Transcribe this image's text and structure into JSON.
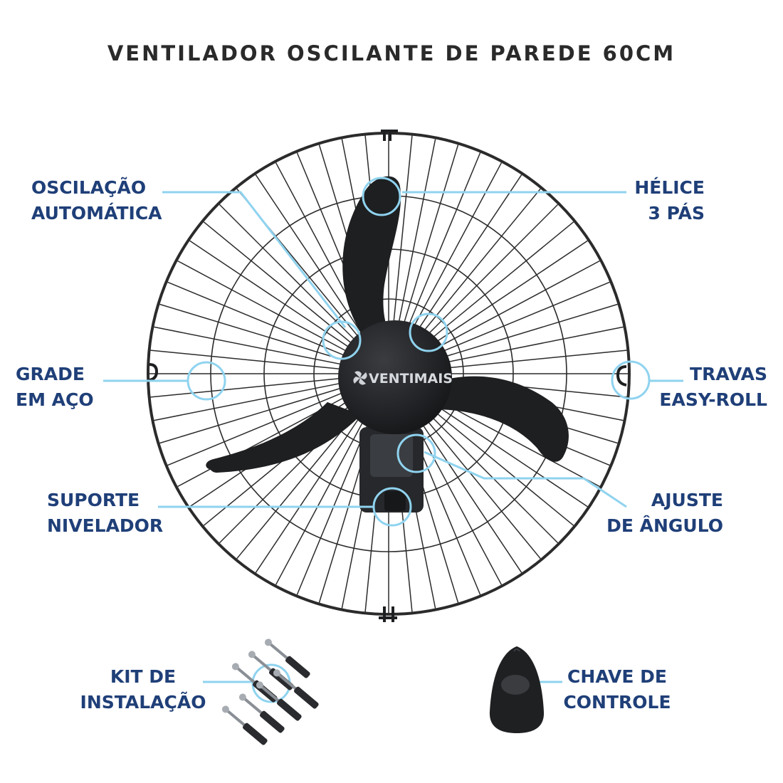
{
  "title": "VENTILADOR OSCILANTE DE PAREDE 60CM",
  "brand": "VENTIMAIS",
  "colors": {
    "label_text": "#1f3f78",
    "callout_line": "#8fd3ef",
    "fan_body": "#1e1f21",
    "grille_wire": "#2b2b2b",
    "title_text": "#2a2a2a"
  },
  "callouts": {
    "oscilacao": {
      "line1": "OSCILAÇÃO",
      "line2": "AUTOMÁTICA"
    },
    "helice": {
      "line1": "HÉLICE",
      "line2": "3 PÁS"
    },
    "grade": {
      "line1": "GRADE",
      "line2": "EM AÇO"
    },
    "travas": {
      "line1": "TRAVAS",
      "line2": "EASY-ROLL"
    },
    "suporte": {
      "line1": "SUPORTE",
      "line2": "NIVELADOR"
    },
    "ajuste": {
      "line1": "AJUSTE",
      "line2": "DE ÂNGULO"
    },
    "kit": {
      "line1": "KIT DE",
      "line2": "INSTALAÇÃO"
    },
    "chave": {
      "line1": "CHAVE DE",
      "line2": "CONTROLE"
    }
  }
}
